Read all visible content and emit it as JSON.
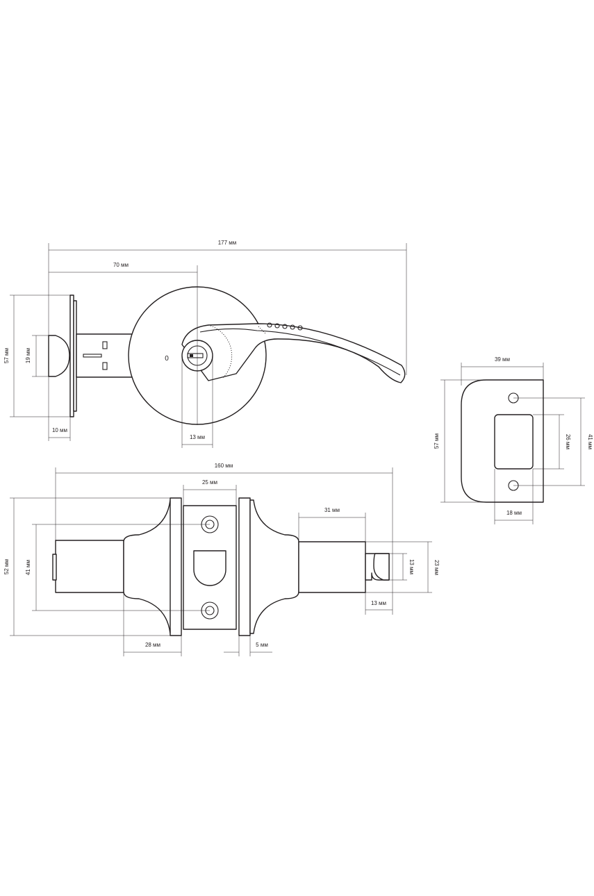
{
  "dimensions": {
    "lever_total_length": "177 мм",
    "backset": "70 мм",
    "latch_plate_height": "57 мм",
    "latch_face_height": "19 мм",
    "plate_thickness": "10 мм",
    "key_cylinder_width": "13 мм",
    "body_total_length": "160 мм",
    "body_center_width": "25 мм",
    "spindle_length": "31 мм",
    "rosette_height": "52 мм",
    "screw_spacing": "41 мм",
    "spindle_height": "23 мм",
    "tailpiece_height": "13 мм",
    "tailpiece_length": "13 мм",
    "rose_depth": "28 мм",
    "rose_gap": "5 мм",
    "strike_width": "39 мм",
    "strike_height": "57 мм",
    "strike_screw_spacing": "41 мм",
    "strike_opening_height": "26 мм",
    "strike_opening_width": "18 мм"
  },
  "lever_markings": {
    "lock_indicator": "0"
  }
}
